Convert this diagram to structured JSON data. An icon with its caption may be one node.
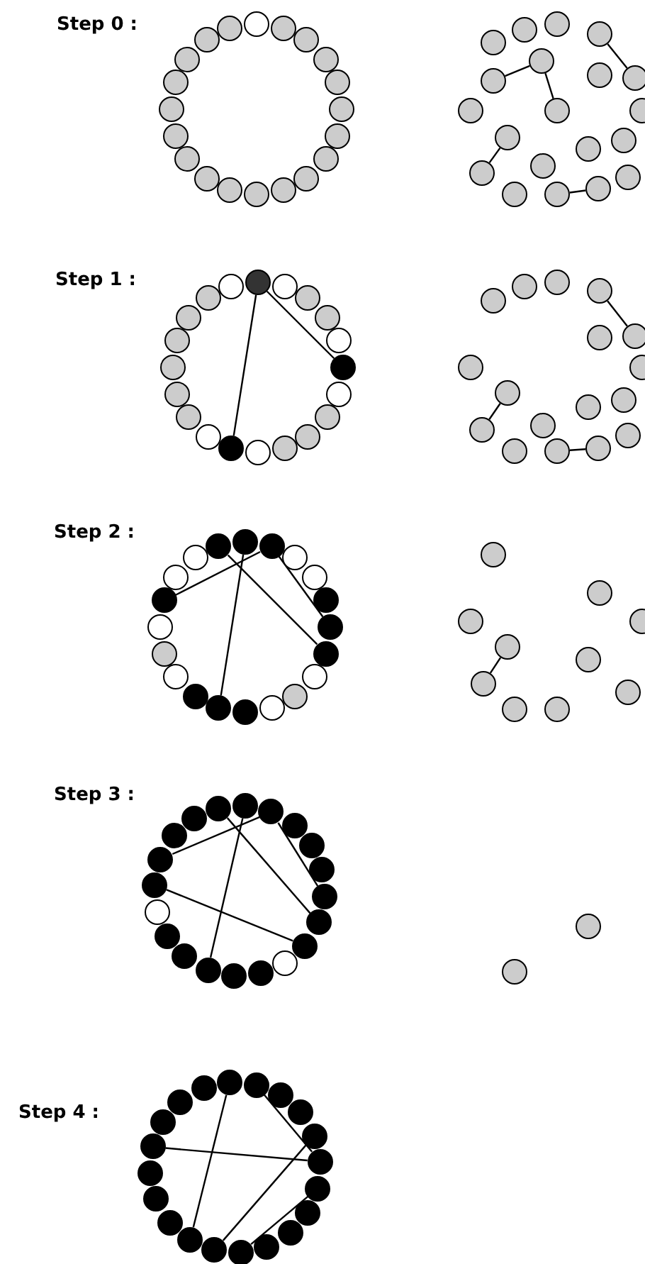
{
  "diagram": {
    "nodes": [
      {
        "text": [],
        "shape": "circle"
      },
      {
        "text": [],
        "shape": "circle"
      },
      {
        "text": [],
        "shape": "circle"
      },
      {
        "text": [],
        "shape": "circle"
      },
      {
        "text": [],
        "shape": "circle"
      },
      {
        "text": [],
        "shape": "circle"
      },
      {
        "text": [],
        "shape": "circle"
      },
      {
        "text": [],
        "shape": "circle"
      },
      {
        "text": [],
        "shape": "circle"
      },
      {
        "text": [],
        "shape": "circle"
      },
      {
        "text": [],
        "shape": "circle"
      },
      {
        "text": [],
        "shape": "circle"
      },
      {
        "text": [],
        "shape": "circle"
      },
      {
        "text": [],
        "shape": "circle"
      },
      {
        "text": [],
        "shape": "circle"
      },
      {
        "text": [],
        "shape": "circle"
      },
      {
        "text": [],
        "shape": "circle"
      },
      {
        "text": [],
        "shape": "circle"
      },
      {
        "text": [],
        "shape": "circle"
      },
      {
        "text": [],
        "shape": "circle"
      },
      {
        "text": [],
        "shape": "circle"
      },
      {
        "text": [],
        "shape": "circle"
      },
      {
        "text": [],
        "shape": "circle"
      },
      {
        "text": [],
        "shape": "circle"
      },
      {
        "text": [],
        "shape": "circle"
      },
      {
        "text": [],
        "shape": "circle"
      },
      {
        "text": [],
        "shape": "circle"
      },
      {
        "text": [],
        "shape": "circle"
      },
      {
        "text": [],
        "shape": "circle"
      },
      {
        "text": [],
        "shape": "circle"
      },
      {
        "text": [],
        "shape": "circle"
      },
      {
        "text": [],
        "shape": "circle"
      },
      {
        "text": [],
        "shape": "circle"
      },
      {
        "text": [],
        "shape": "circle"
      },
      {
        "text": [],
        "shape": "circle"
      },
      {
        "text": [],
        "shape": "circle"
      },
      {
        "text": [],
        "shape": "circle"
      },
      {
        "text": [],
        "shape": "circle"
      },
      {
        "text": [],
        "shape": "circle"
      },
      {
        "text": [],
        "shape": "circle"
      },
      {
        "text": [],
        "shape": "circle"
      },
      {
        "text": [],
        "shape": "circle"
      },
      {
        "text": [],
        "shape": "circle"
      },
      {
        "text": [],
        "shape": "circle"
      },
      {
        "text": [],
        "shape": "circle"
      },
      {
        "text": [],
        "shape": "circle"
      },
      {
        "text": [],
        "shape": "circle"
      },
      {
        "text": [],
        "shape": "circle"
      },
      {
        "text": [],
        "shape": "circle"
      },
      {
        "text": [],
        "shape": "circle"
      },
      {
        "text": [],
        "shape": "circle"
      },
      {
        "text": [],
        "shape": "circle"
      },
      {
        "text": [],
        "shape": "circle"
      },
      {
        "text": [],
        "shape": "circle"
      },
      {
        "text": [],
        "shape": "circle"
      },
      {
        "text": [],
        "shape": "circle"
      },
      {
        "text": [],
        "shape": "circle"
      },
      {
        "text": [],
        "shape": "circle"
      },
      {
        "text": [],
        "shape": "circle"
      },
      {
        "text": [],
        "shape": "circle"
      },
      {
        "text": [],
        "shape": "circle"
      },
      {
        "text": [],
        "shape": "circle"
      },
      {
        "text": [],
        "shape": "circle"
      },
      {
        "text": [],
        "shape": "circle"
      },
      {
        "text": [],
        "shape": "circle"
      },
      {
        "text": [],
        "shape": "circle"
      },
      {
        "text": [],
        "shape": "circle"
      },
      {
        "text": [],
        "shape": "circle"
      },
      {
        "text": [],
        "shape": "circle"
      },
      {
        "text": [],
        "shape": "circle"
      },
      {
        "text": [],
        "shape": "circle"
      },
      {
        "text": [],
        "shape": "circle"
      },
      {
        "text": [],
        "shape": "circle"
      },
      {
        "text": [],
        "shape": "circle"
      },
      {
        "text": [],
        "shape": "circle"
      },
      {
        "text": [],
        "shape": "circle"
      },
      {
        "text": [],
        "shape": "circle"
      },
      {
        "text": [],
        "shape": "circle"
      },
      {
        "text": [],
        "shape": "circle"
      },
      {
        "text": [],
        "shape": "circle"
      },
      {
        "text": [],
        "shape": "circle"
      },
      {
        "text": [],
        "shape": "circle"
      },
      {
        "text": [],
        "shape": "circle"
      },
      {
        "text": [],
        "shape": "circle"
      },
      {
        "text": [],
        "shape": "circle"
      },
      {
        "text": [],
        "shape": "circle"
      },
      {
        "text": [],
        "shape": "circle"
      },
      {
        "text": [],
        "shape": "circle"
      },
      {
        "text": [],
        "shape": "circle"
      },
      {
        "text": [],
        "shape": "circle"
      },
      {
        "text": [],
        "shape": "circle"
      },
      {
        "text": [],
        "shape": "circle"
      },
      {
        "text": [],
        "shape": "circle"
      },
      {
        "text": [],
        "shape": "circle"
      },
      {
        "text": [],
        "shape": "circle"
      },
      {
        "text": [],
        "shape": "circle"
      },
      {
        "text": [],
        "shape": "circle"
      },
      {
        "text": [],
        "shape": "circle"
      },
      {
        "text": [],
        "shape": "circle"
      },
      {
        "text": [],
        "shape": "circle"
      },
      {
        "text": [],
        "shape": "circle"
      },
      {
        "text": [],
        "shape": "circle"
      },
      {
        "text": [],
        "shape": "circle"
      },
      {
        "text": [],
        "shape": "circle"
      },
      {
        "text": [],
        "shape": "circle"
      },
      {
        "text": [],
        "shape": "circle"
      },
      {
        "text": [],
        "shape": "circle"
      },
      {
        "text": [],
        "shape": "circle"
      },
      {
        "text": [],
        "shape": "circle"
      },
      {
        "text": [],
        "shape": "circle"
      },
      {
        "text": [],
        "shape": "circle"
      },
      {
        "text": [],
        "shape": "circle"
      },
      {
        "text": [],
        "shape": "circle"
      },
      {
        "text": [],
        "shape": "circle"
      },
      {
        "text": [],
        "shape": "circle"
      },
      {
        "text": [],
        "shape": "circle"
      },
      {
        "text": [],
        "shape": "circle"
      },
      {
        "text": [],
        "shape": "circle"
      },
      {
        "text": [],
        "shape": "circle"
      },
      {
        "text": [],
        "shape": "circle"
      },
      {
        "text": [],
        "shape": "circle"
      },
      {
        "text": [],
        "shape": "circle"
      },
      {
        "text": [],
        "shape": "circle"
      },
      {
        "text": [],
        "shape": "circle"
      },
      {
        "text": [],
        "shape": "circle"
      },
      {
        "text": [],
        "shape": "circle"
      },
      {
        "text": [],
        "shape": "circle"
      },
      {
        "text": [],
        "shape": "circle"
      },
      {
        "text": [],
        "shape": "circle"
      },
      {
        "text": [],
        "shape": "circle"
      },
      {
        "text": [],
        "shape": "circle"
      },
      {
        "text": [],
        "shape": "circle"
      },
      {
        "text": [],
        "shape": "circle"
      },
      {
        "text": [],
        "shape": "circle"
      },
      {
        "text": [],
        "shape": "circle"
      },
      {
        "text": [],
        "shape": "circle"
      },
      {
        "text": [],
        "shape": "circle"
      },
      {
        "text": [],
        "shape": "circle"
      },
      {
        "text": [],
        "shape": "circle"
      },
      {
        "text": [],
        "shape": "circle"
      },
      {
        "text": [],
        "shape": "circle"
      },
      {
        "text": [],
        "shape": "circle"
      },
      {
        "text": [],
        "shape": "circle"
      },
      {
        "text": [],
        "shape": "circle"
      },
      {
        "text": [],
        "shape": "circle"
      },
      {
        "text": [],
        "shape": "circle"
      },
      {
        "text": [],
        "shape": "circle"
      },
      {
        "text": [],
        "shape": "circle"
      },
      {
        "text": [],
        "shape": "circle"
      }
    ],
    "edges": [
      {
        "from": 24,
        "to": 25,
        "arrow": "none"
      },
      {
        "from": 24,
        "to": 29,
        "arrow": "none"
      },
      {
        "from": 23,
        "to": 27,
        "arrow": "none"
      },
      {
        "from": 31,
        "to": 35,
        "arrow": "none"
      },
      {
        "from": 38,
        "to": 39,
        "arrow": "none"
      },
      {
        "from": 40,
        "to": 51,
        "arrow": "none"
      },
      {
        "from": 40,
        "to": 45,
        "arrow": "none"
      },
      {
        "from": 63,
        "to": 65,
        "arrow": "none"
      },
      {
        "from": 68,
        "to": 72,
        "arrow": "none"
      },
      {
        "from": 75,
        "to": 76,
        "arrow": "none"
      },
      {
        "from": 78,
        "to": 93,
        "arrow": "none"
      },
      {
        "from": 77,
        "to": 88,
        "arrow": "none"
      },
      {
        "from": 78,
        "to": 82,
        "arrow": "none"
      },
      {
        "from": 96,
        "to": 83,
        "arrow": "none"
      },
      {
        "from": 101,
        "to": 103,
        "arrow": "none"
      },
      {
        "from": 108,
        "to": 123,
        "arrow": "none"
      },
      {
        "from": 107,
        "to": 118,
        "arrow": "none"
      },
      {
        "from": 126,
        "to": 113,
        "arrow": "none"
      },
      {
        "from": 108,
        "to": 112,
        "arrow": "none"
      },
      {
        "from": 122,
        "to": 114,
        "arrow": "none"
      },
      {
        "from": 129,
        "to": 141,
        "arrow": "none"
      },
      {
        "from": 130,
        "to": 134,
        "arrow": "none"
      },
      {
        "from": 135,
        "to": 139,
        "arrow": "none"
      },
      {
        "from": 133,
        "to": 140,
        "arrow": "none"
      },
      {
        "from": 145,
        "to": 134,
        "arrow": "none"
      }
    ],
    "labels": [
      "Step 0 :",
      "Step 1 :",
      "Step 2 :",
      "Step 3 :",
      "Step 4 :"
    ]
  }
}
